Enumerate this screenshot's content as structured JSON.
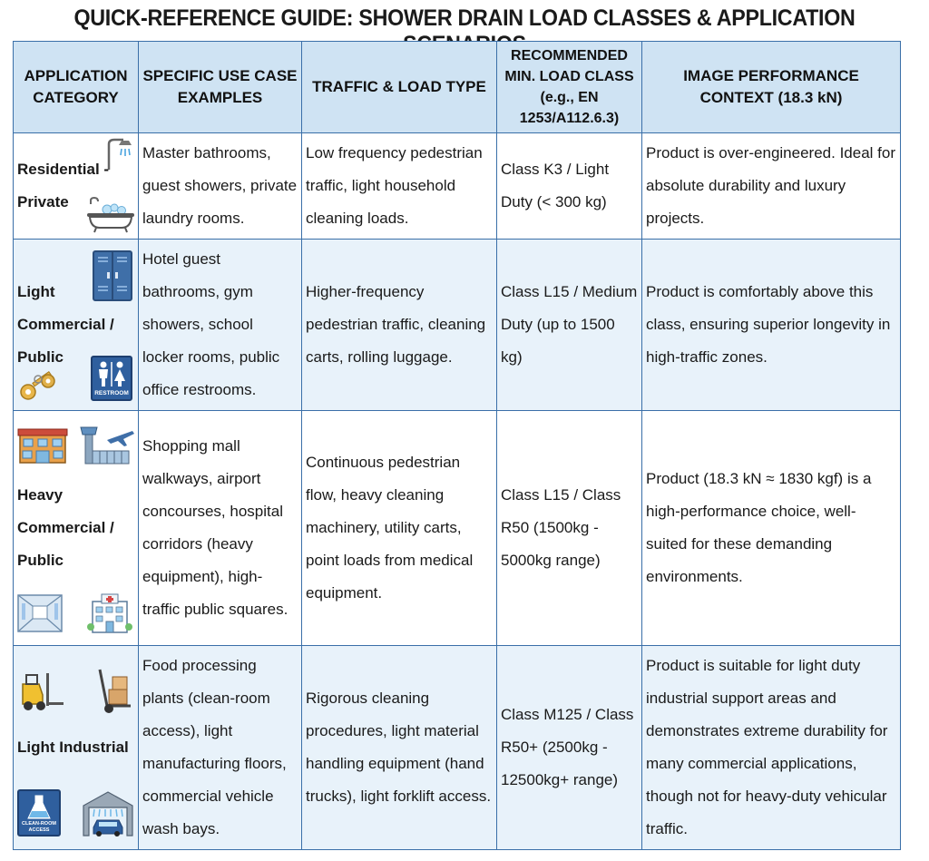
{
  "title": "QUICK-REFERENCE GUIDE: SHOWER DRAIN LOAD CLASSES & APPLICATION SCENARIOS",
  "headers": [
    "APPLICATION CATEGORY",
    "SPECIFIC USE CASE EXAMPLES",
    "TRAFFIC & LOAD TYPE",
    "RECOMMENDED MIN. LOAD CLASS (e.g., EN 1253/A112.6.3)",
    "IMAGE PERFORMANCE CONTEXT (18.3 kN)"
  ],
  "rows": [
    {
      "category": "Residential - Private",
      "examples": "Master bathrooms, guest showers, private laundry rooms.",
      "traffic": "Low frequency pedestrian traffic, light household cleaning loads.",
      "load_class": "Class K3 / Light Duty (< 300 kg)",
      "context": "Product is over-engineered. Ideal for absolute durability and luxury projects."
    },
    {
      "category": "Light Commercial / Public",
      "examples": "Hotel guest bathrooms, gym showers, school locker rooms, public office restrooms.",
      "traffic": "Higher-frequency pedestrian traffic, cleaning carts, rolling luggage.",
      "load_class": "Class L15 / Medium Duty (up to 1500 kg)",
      "context": "Product is comfortably above this class, ensuring superior longevity in high-traffic zones.",
      "icon_text": "RESTROOM"
    },
    {
      "category": "Heavy Commercial / Public",
      "examples": "Shopping mall walkways, airport concourses, hospital corridors (heavy equipment), high-traffic public squares.",
      "traffic": "Continuous pedestrian flow, heavy cleaning machinery, utility carts, point loads from medical equipment.",
      "load_class": "Class L15 / Class R50 (1500kg - 5000kg range)",
      "context": "Product (18.3 kN ≈ 1830 kgf) is a high-performance choice, well-suited for these demanding environments."
    },
    {
      "category": "Light Industrial",
      "examples": "Food processing plants (clean-room access), light manufacturing floors, commercial vehicle wash bays.",
      "traffic": "Rigorous cleaning procedures, light material handling equipment (hand trucks), light forklift access.",
      "load_class": "Class M125 / Class R50+ (2500kg - 12500kg+ range)",
      "context": "Product is suitable for light duty industrial support areas and demonstrates extreme durability for many commercial applications, though not for heavy-duty vehicular traffic.",
      "icon_text": "CLEAN-ROOM ACCESS"
    }
  ],
  "colors": {
    "border": "#3a6fa8",
    "header_bg": "#cfe3f3",
    "alt_row_bg": "#e8f2fa"
  }
}
